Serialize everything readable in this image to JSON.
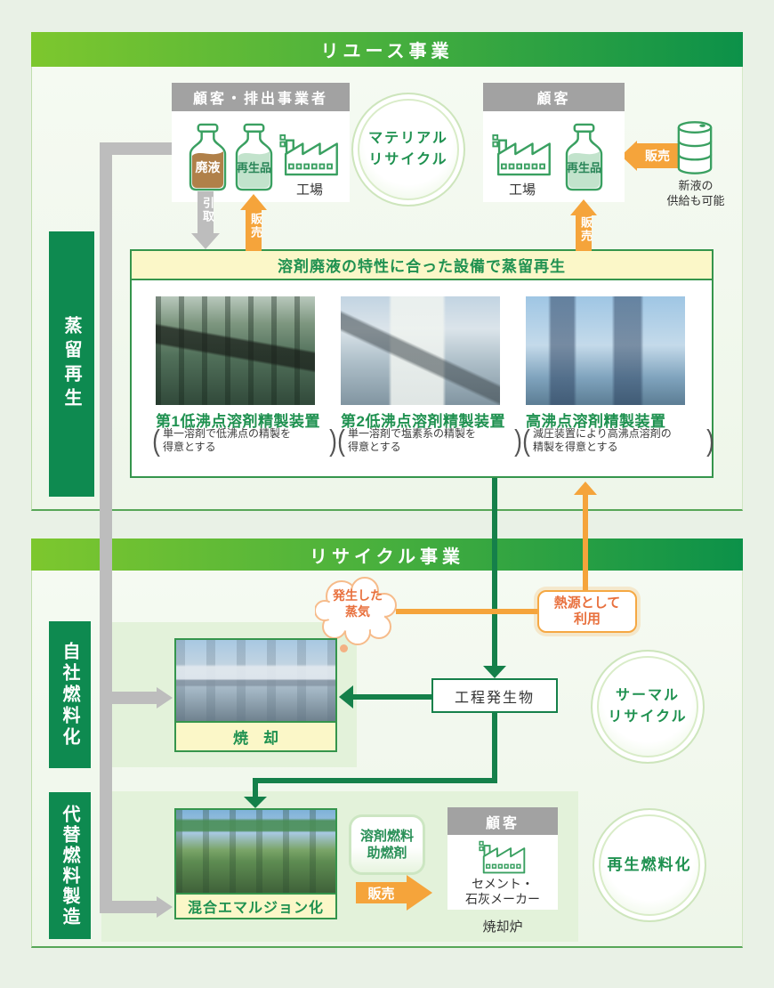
{
  "colors": {
    "band_gradient_left": "#7dc72e",
    "band_gradient_right": "#0c9149",
    "sidebar_green": "#0e8a50",
    "line_green": "#15804a",
    "arrow_gray": "#bdbdbd",
    "orange": "#f5a43b",
    "orange_text": "#e8703d",
    "yellow_bg": "#fbf7c8",
    "text_green": "#1f9150"
  },
  "reuse": {
    "band_title": "リユース事業",
    "supplier_box": {
      "header": "顧客・排出事業者",
      "waste_bottle": "廃液",
      "recycled_bottle": "再生品",
      "factory": "工場"
    },
    "material_circle": {
      "line1": "マテリアル",
      "line2": "リサイクル"
    },
    "customer_box": {
      "header": "顧客",
      "factory": "工場",
      "recycled_bottle": "再生品"
    },
    "collect_arrow": "引取",
    "sell_arrow_left": "販売",
    "sell_arrow_right": "販売",
    "sell_arrow_drum": "販売",
    "drum_note": {
      "line1": "新液の",
      "line2": "供給も可能"
    },
    "sidebar": "蒸留再生",
    "banner": "溶剤廃液の特性に合った設備で蒸留再生",
    "plants": [
      {
        "title": "第1低沸点溶剤精製装置",
        "desc_line1": "単一溶剤で低沸点の精製を",
        "desc_line2": "得意とする"
      },
      {
        "title": "第2低沸点溶剤精製装置",
        "desc_line1": "単一溶剤で塩素系の精製を",
        "desc_line2": "得意とする"
      },
      {
        "title": "高沸点溶剤精製装置",
        "desc_line1": "減圧装置により高沸点溶剤の",
        "desc_line2": "精製を得意とする"
      }
    ]
  },
  "recycle": {
    "band_title": "リサイクル事業",
    "own_fuel_sidebar": "自社燃料化",
    "alt_fuel_sidebar": "代替燃料製造",
    "incineration_label": "焼　却",
    "emulsion_label": "混合エマルジョン化",
    "steam_cloud": {
      "line1": "発生した",
      "line2": "蒸気"
    },
    "heat_box": {
      "line1": "熱源として",
      "line2": "利用"
    },
    "process_box": "工程発生物",
    "thermal_circle": {
      "line1": "サーマル",
      "line2": "リサイクル"
    },
    "fuel_circle": "再生燃料化",
    "solvent_fuel": {
      "line1": "溶剤燃料",
      "line2": "助燃剤"
    },
    "sell_arrow": "販売",
    "cement_box": {
      "header": "顧客",
      "line1": "セメント・",
      "line2": "石灰メーカー"
    },
    "furnace_caption": "焼却炉"
  }
}
